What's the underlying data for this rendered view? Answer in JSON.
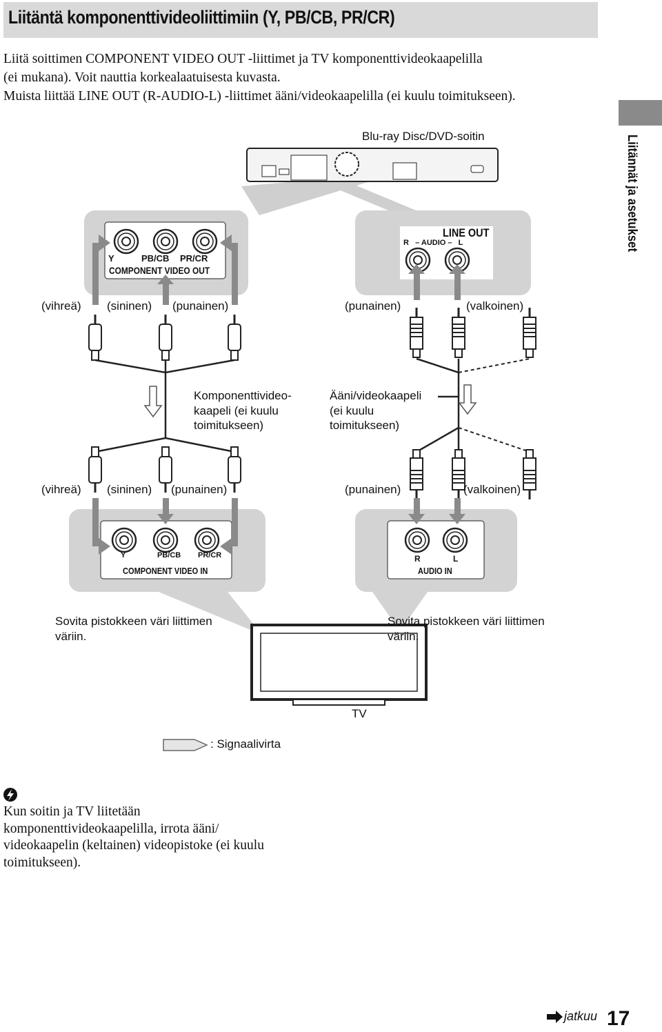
{
  "header": {
    "title": "Liitäntä komponenttivideoliittimiin (Y, PB/CB, PR/CR)"
  },
  "intro": {
    "lines": [
      "Liitä soittimen COMPONENT VIDEO OUT -liittimet ja TV komponenttivideokaapelilla",
      "(ei mukana). Voit nauttia korkealaatuisesta kuvasta.",
      "Muista liittää LINE OUT (R-AUDIO-L) -liittimet ääni/videokaapelilla (ei kuulu toimitukseen)."
    ]
  },
  "side_tab": {
    "label": "Liitännät ja asetukset"
  },
  "diagram": {
    "player_label": "Blu-ray Disc/DVD-soitin",
    "component_out": {
      "jacks": [
        "Y",
        "PB/CB",
        "PR/CR"
      ],
      "label": "COMPONENT VIDEO OUT"
    },
    "line_out": {
      "label": "LINE OUT",
      "sub": "R   – AUDIO –   L"
    },
    "top_colors": [
      "(vihreä)",
      "(sininen)",
      "(punainen)",
      "(punainen)",
      "(valkoinen)"
    ],
    "component_cable": [
      "Komponenttivideo-",
      "kaapeli (ei kuulu",
      "toimitukseen)"
    ],
    "av_cable": [
      "Ääni/videokaapeli",
      "(ei kuulu",
      "toimitukseen)"
    ],
    "bottom_colors": [
      "(vihreä)",
      "(sininen)",
      "(punainen)",
      "(punainen)",
      "(valkoinen)"
    ],
    "component_in": {
      "jacks": [
        "Y",
        "PB/CB",
        "PR/CR"
      ],
      "label": "COMPONENT VIDEO IN"
    },
    "audio_in": {
      "jacks": [
        "R",
        "L"
      ],
      "label": "AUDIO IN"
    },
    "match_note_left": [
      "Sovita pistokkeen väri liittimen",
      "väriin."
    ],
    "match_note_right": [
      "Sovita pistokkeen väri liittimen",
      "väriin."
    ],
    "tv_label": "TV",
    "legend": ": Signaalivirta"
  },
  "tip": {
    "icon": "tip-bolt-icon",
    "lines": [
      "Kun soitin ja TV liitetään",
      "komponenttivideokaapelilla, irrota ääni/",
      "videokaapelin (keltainen) videopistoke (ei kuulu",
      "toimitukseen)."
    ]
  },
  "footer": {
    "continue": "jatkuu",
    "page": "17"
  }
}
